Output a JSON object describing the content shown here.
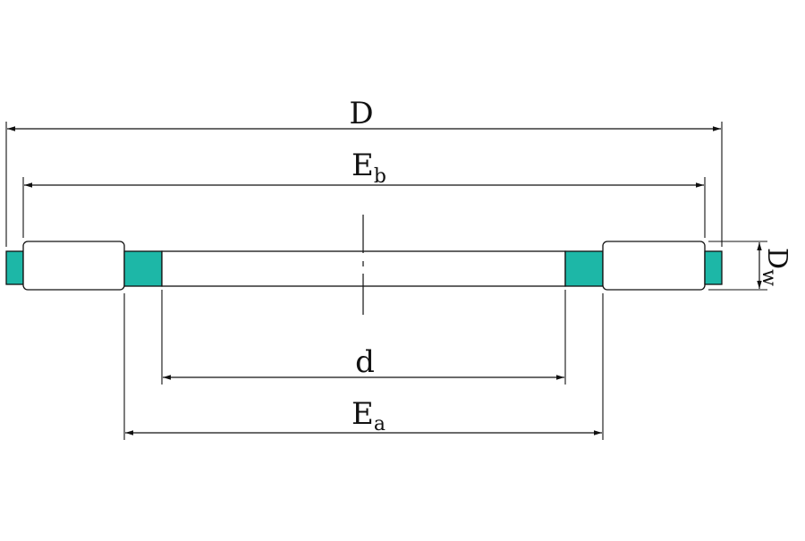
{
  "labels": {
    "D": "D",
    "Eb_main": "E",
    "Eb_sub": "b",
    "d": "d",
    "Ea_main": "E",
    "Ea_sub": "a",
    "Dw_main": "D",
    "Dw_sub": "w"
  },
  "colors": {
    "line": "#111111",
    "cage": "#1db7a7",
    "roller_fill": "#ffffff",
    "background": "#ffffff"
  }
}
